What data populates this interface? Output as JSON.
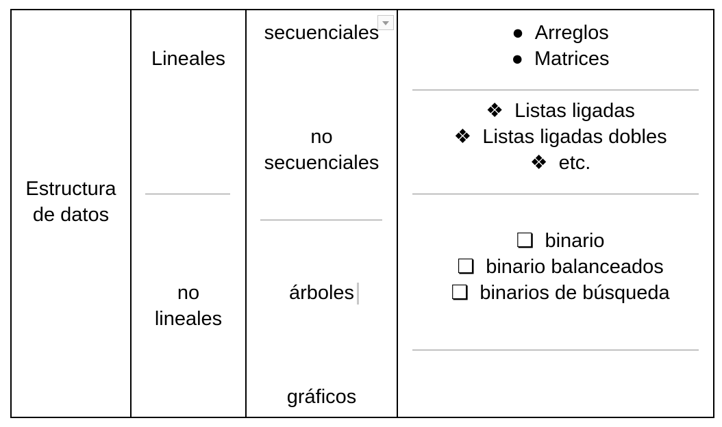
{
  "table": {
    "root": [
      "Estructura",
      "de datos"
    ],
    "lineales": "Lineales",
    "no_lineales": [
      "no",
      "lineales"
    ],
    "secuenciales": "secuenciales",
    "no_secuenciales": [
      "no",
      "secuenciales"
    ],
    "arboles": "árboles",
    "graficos": "gráficos",
    "secuenciales_items": {
      "marker": "●",
      "items": [
        "Arreglos",
        "Matrices"
      ]
    },
    "no_secuenciales_items": {
      "marker": "❖",
      "items": [
        "Listas ligadas",
        "Listas ligadas dobles",
        "etc."
      ]
    },
    "arboles_items": {
      "marker": "❏",
      "items": [
        "binario",
        "binario balanceados",
        "binarios de búsqueda"
      ]
    }
  },
  "icons": {
    "dropdown": "chevron-down-icon",
    "cursor": "text-cursor"
  }
}
